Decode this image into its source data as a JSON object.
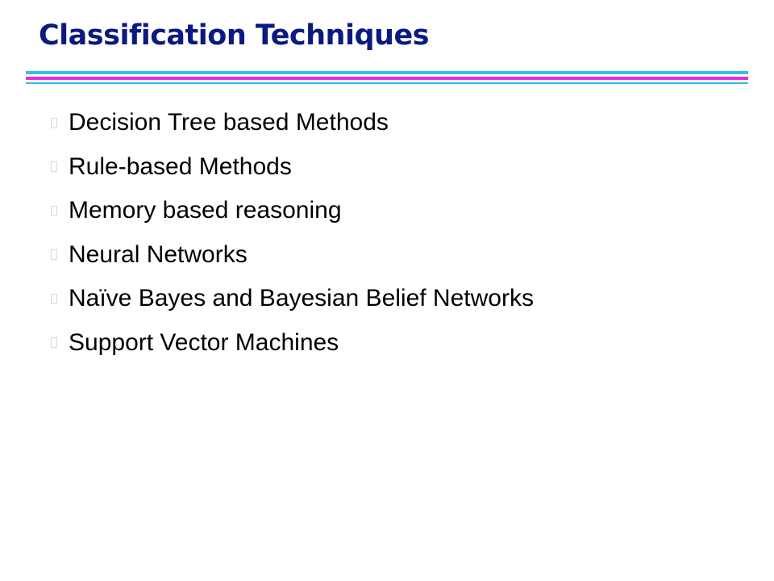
{
  "slide": {
    "title": "Classification Techniques",
    "bullets": [
      {
        "text": "Decision Tree based Methods"
      },
      {
        "text": "Rule-based Methods"
      },
      {
        "text": "Memory based reasoning"
      },
      {
        "text": "Neural Networks"
      },
      {
        "text": "Naïve Bayes and Bayesian Belief Networks"
      },
      {
        "text": "Support Vector Machines"
      }
    ]
  },
  "colors": {
    "title": "#0b1a80",
    "rule_top": "#2ec0ee",
    "rule_mid": "#e42fd9",
    "rule_bottom": "#2ec0ee",
    "bullet_text": "#000000",
    "bullet_marker": "#d9d9d9"
  },
  "icons": {
    "bullet": "square-bullet-icon"
  }
}
